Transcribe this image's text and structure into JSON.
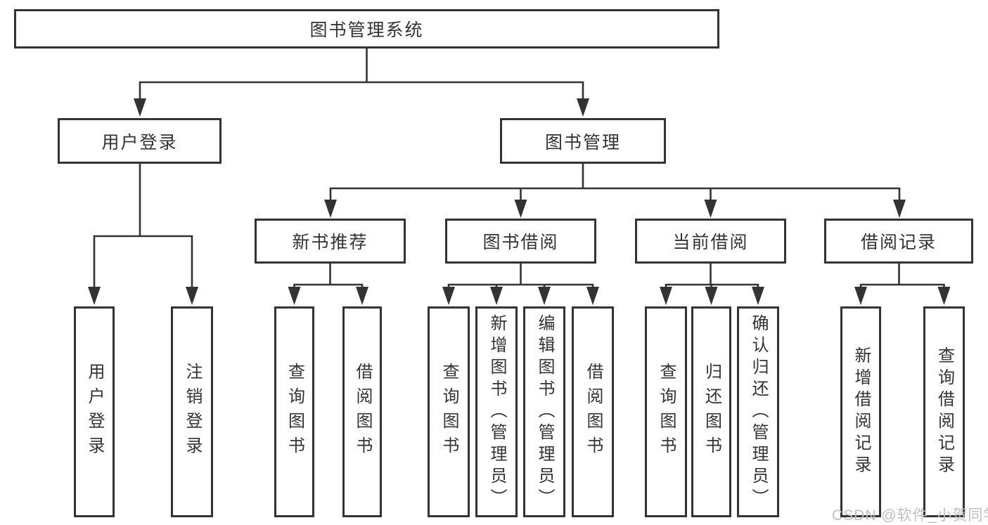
{
  "nodes": {
    "root": "图书管理系统",
    "user_login": "用户登录",
    "book_mgmt": "图书管理",
    "new_books": "新书推荐",
    "book_borrow": "图书借阅",
    "current_borrow": "当前借阅",
    "borrow_records": "借阅记录"
  },
  "leaves": {
    "user_login": [
      "用户登录",
      "注销登录"
    ],
    "new_books": [
      "查询图书",
      "借阅图书"
    ],
    "book_borrow": [
      "查询图书",
      "新增图书（管理员）",
      "编辑图书（管理员）",
      "借阅图书"
    ],
    "current_borrow": [
      "查询图书",
      "归还图书",
      "确认归还（管理员）"
    ],
    "borrow_records": [
      "新增借阅记录",
      "查询借阅记录"
    ]
  },
  "watermark": "CSDN @软件_小贺同学",
  "colors": {
    "line": "#333333",
    "text": "#333333",
    "watermark": "#c0c0c0",
    "background": "#ffffff"
  }
}
